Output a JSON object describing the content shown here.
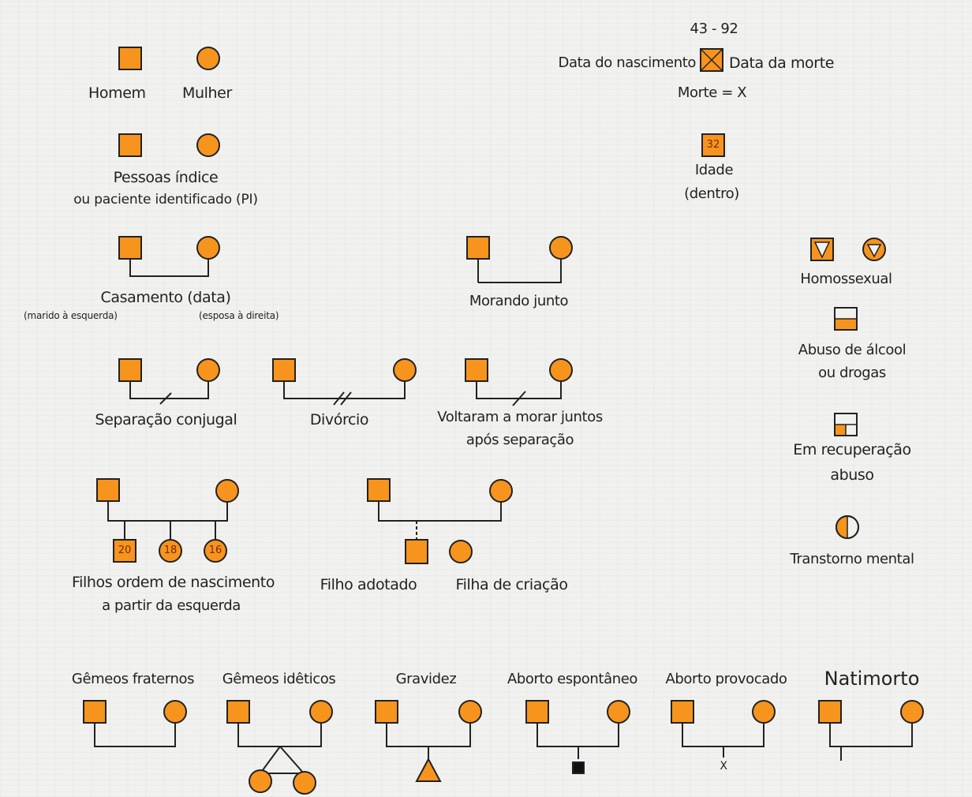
{
  "colors": {
    "fill": "#f7941d",
    "stroke": "#222222",
    "background": "#f1f1ef"
  },
  "labels": {
    "homem": "Homem",
    "mulher": "Mulher",
    "pessoas_indice_1": "Pessoas índice",
    "pessoas_indice_2": "ou paciente identificado (PI)",
    "dates": "43 - 92",
    "data_nascimento": "Data do nascimento",
    "data_morte": "Data da morte",
    "morte_x": "Morte = X",
    "idade_1": "Idade",
    "idade_2": "(dentro)",
    "idade_value": "32",
    "casamento": "Casamento (data)",
    "marido": "(marido à esquerda)",
    "esposa": "(esposa à direita)",
    "morando_junto": "Morando junto",
    "homossexual": "Homossexual",
    "abuso_1": "Abuso de álcool",
    "abuso_2": "ou drogas",
    "recuperacao_1": "Em recuperação",
    "recuperacao_2": "abuso",
    "transtorno": "Transtorno mental",
    "separacao": "Separação conjugal",
    "divorcio": "Divórcio",
    "voltaram_1": "Voltaram a morar juntos",
    "voltaram_2": "após separação",
    "filhos_1": "Filhos ordem de nascimento",
    "filhos_2": "a partir da esquerda",
    "child_ages": [
      "20",
      "18",
      "16"
    ],
    "filho_adotado": "Filho adotado",
    "filha_criacao": "Filha de criação",
    "gemeos_fraternos": "Gêmeos fraternos",
    "gemeos_identicos": "Gêmeos idêticos",
    "gravidez": "Gravidez",
    "aborto_espontaneo": "Aborto espontâneo",
    "aborto_provocado": "Aborto provocado",
    "natimorto": "Natimorto",
    "x_mark": "X"
  }
}
